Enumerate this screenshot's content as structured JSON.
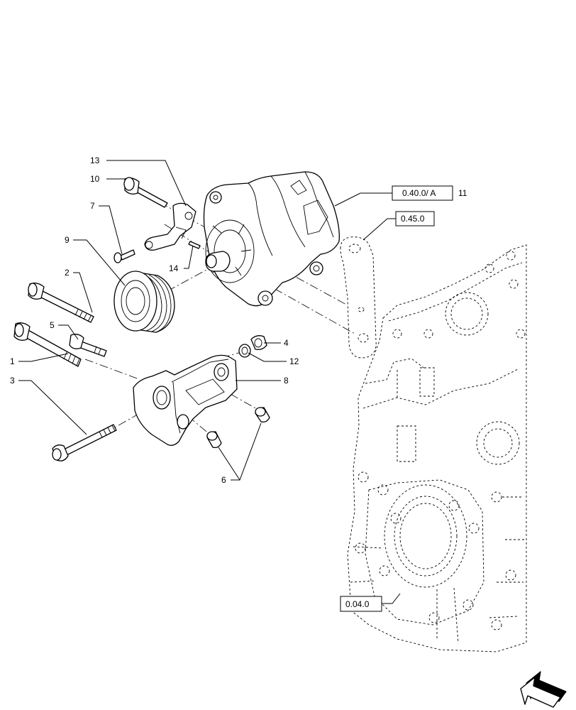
{
  "callouts": {
    "c1": "1",
    "c2": "2",
    "c3": "3",
    "c4": "4",
    "c5": "5",
    "c6": "6",
    "c7": "7",
    "c8": "8",
    "c9": "9",
    "c10": "10",
    "c11": "11",
    "c12": "12",
    "c13": "13",
    "c14": "14"
  },
  "references": {
    "alternator": "0.40.0/ A",
    "bracket_arm": "0.45.0",
    "engine_block": "0.04.0"
  },
  "icons": {
    "navigation": "next-page-arrow-icon"
  }
}
